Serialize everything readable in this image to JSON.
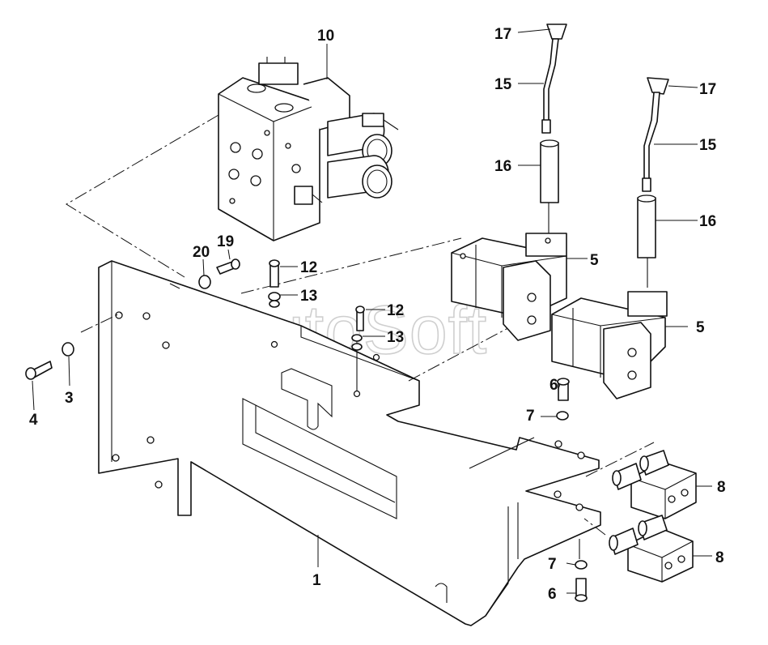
{
  "watermark": "AutoSoft",
  "callouts": {
    "c1": "1",
    "c3": "3",
    "c4": "4",
    "c5a": "5",
    "c5b": "5",
    "c6a": "6",
    "c6b": "6",
    "c7a": "7",
    "c7b": "7",
    "c8a": "8",
    "c8b": "8",
    "c10": "10",
    "c12a": "12",
    "c12b": "12",
    "c13a": "13",
    "c13b": "13",
    "c15a": "15",
    "c15b": "15",
    "c16a": "16",
    "c16b": "16",
    "c17a": "17",
    "c17b": "17",
    "c19": "19",
    "c20": "20"
  }
}
